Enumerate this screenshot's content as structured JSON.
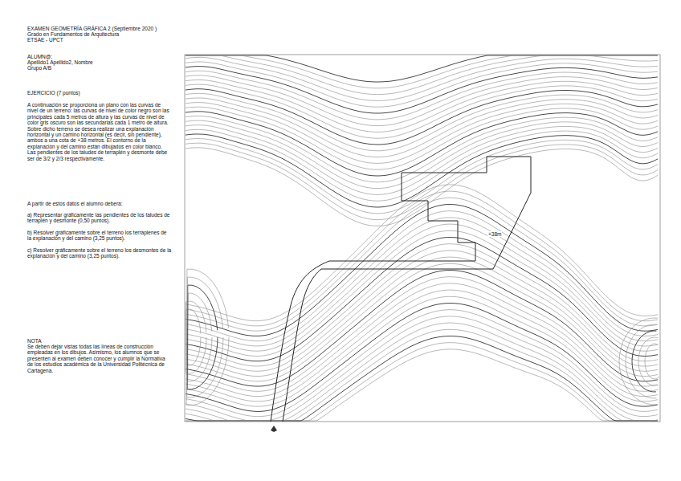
{
  "diagram": {
    "title": "EXAMEN GEOMETRÍA GRÁFICA 2 (Septiembre 2020 )",
    "labels": [
      "Grado en Fundamentos de Arquitectura",
      "ETSAE - UPCT",
      "ALUMN@:",
      "Apellido1 Apellido2, Nombre",
      "Grupo A/B",
      "EJERCICIO (7 puntos)",
      "A continuación se proporciona un plano con las curvas de nivel de un terreno: las curvas de nivel de color negro son las principales cada 5 metros de altura y las curvas de nivel de color gris oscuro son las secundarias cada 1 metro de altura. Sobre dicho terreno se desea realizar una explanación horizontal y un camino horizontal (es decir, sin pendiente), ambos a una cota de +38 metros. El contorno de la explanación y del camino están dibujados en color blanco. Las pendientes de los taludes de terraplén y desmonte debe ser de 3/2 y 2/3 respectivamente.",
      "A partir de estos datos el alumno deberá:",
      "a) Representar gráficamente las pendientes de los taludes de terraplén y desmonte (0,50 puntos).",
      "b) Resolver gráficamente sobre el terreno los terraplenes de la explanación y del camino (3,25 puntos).",
      "c) Resolver gráficamente sobre el terreno los desmontes de la explanación y del camino (3,25 puntos).",
      "NOTA",
      "Se deben dejar vistas todas las líneas de construcción empleadas en los dibujos. Asimismo, los alumnos que se presenten al examen deben conocer y cumplir la Normativa de los estudios académica de la Universidad Politécnica de Cartagena.",
      "+38m"
    ]
  }
}
